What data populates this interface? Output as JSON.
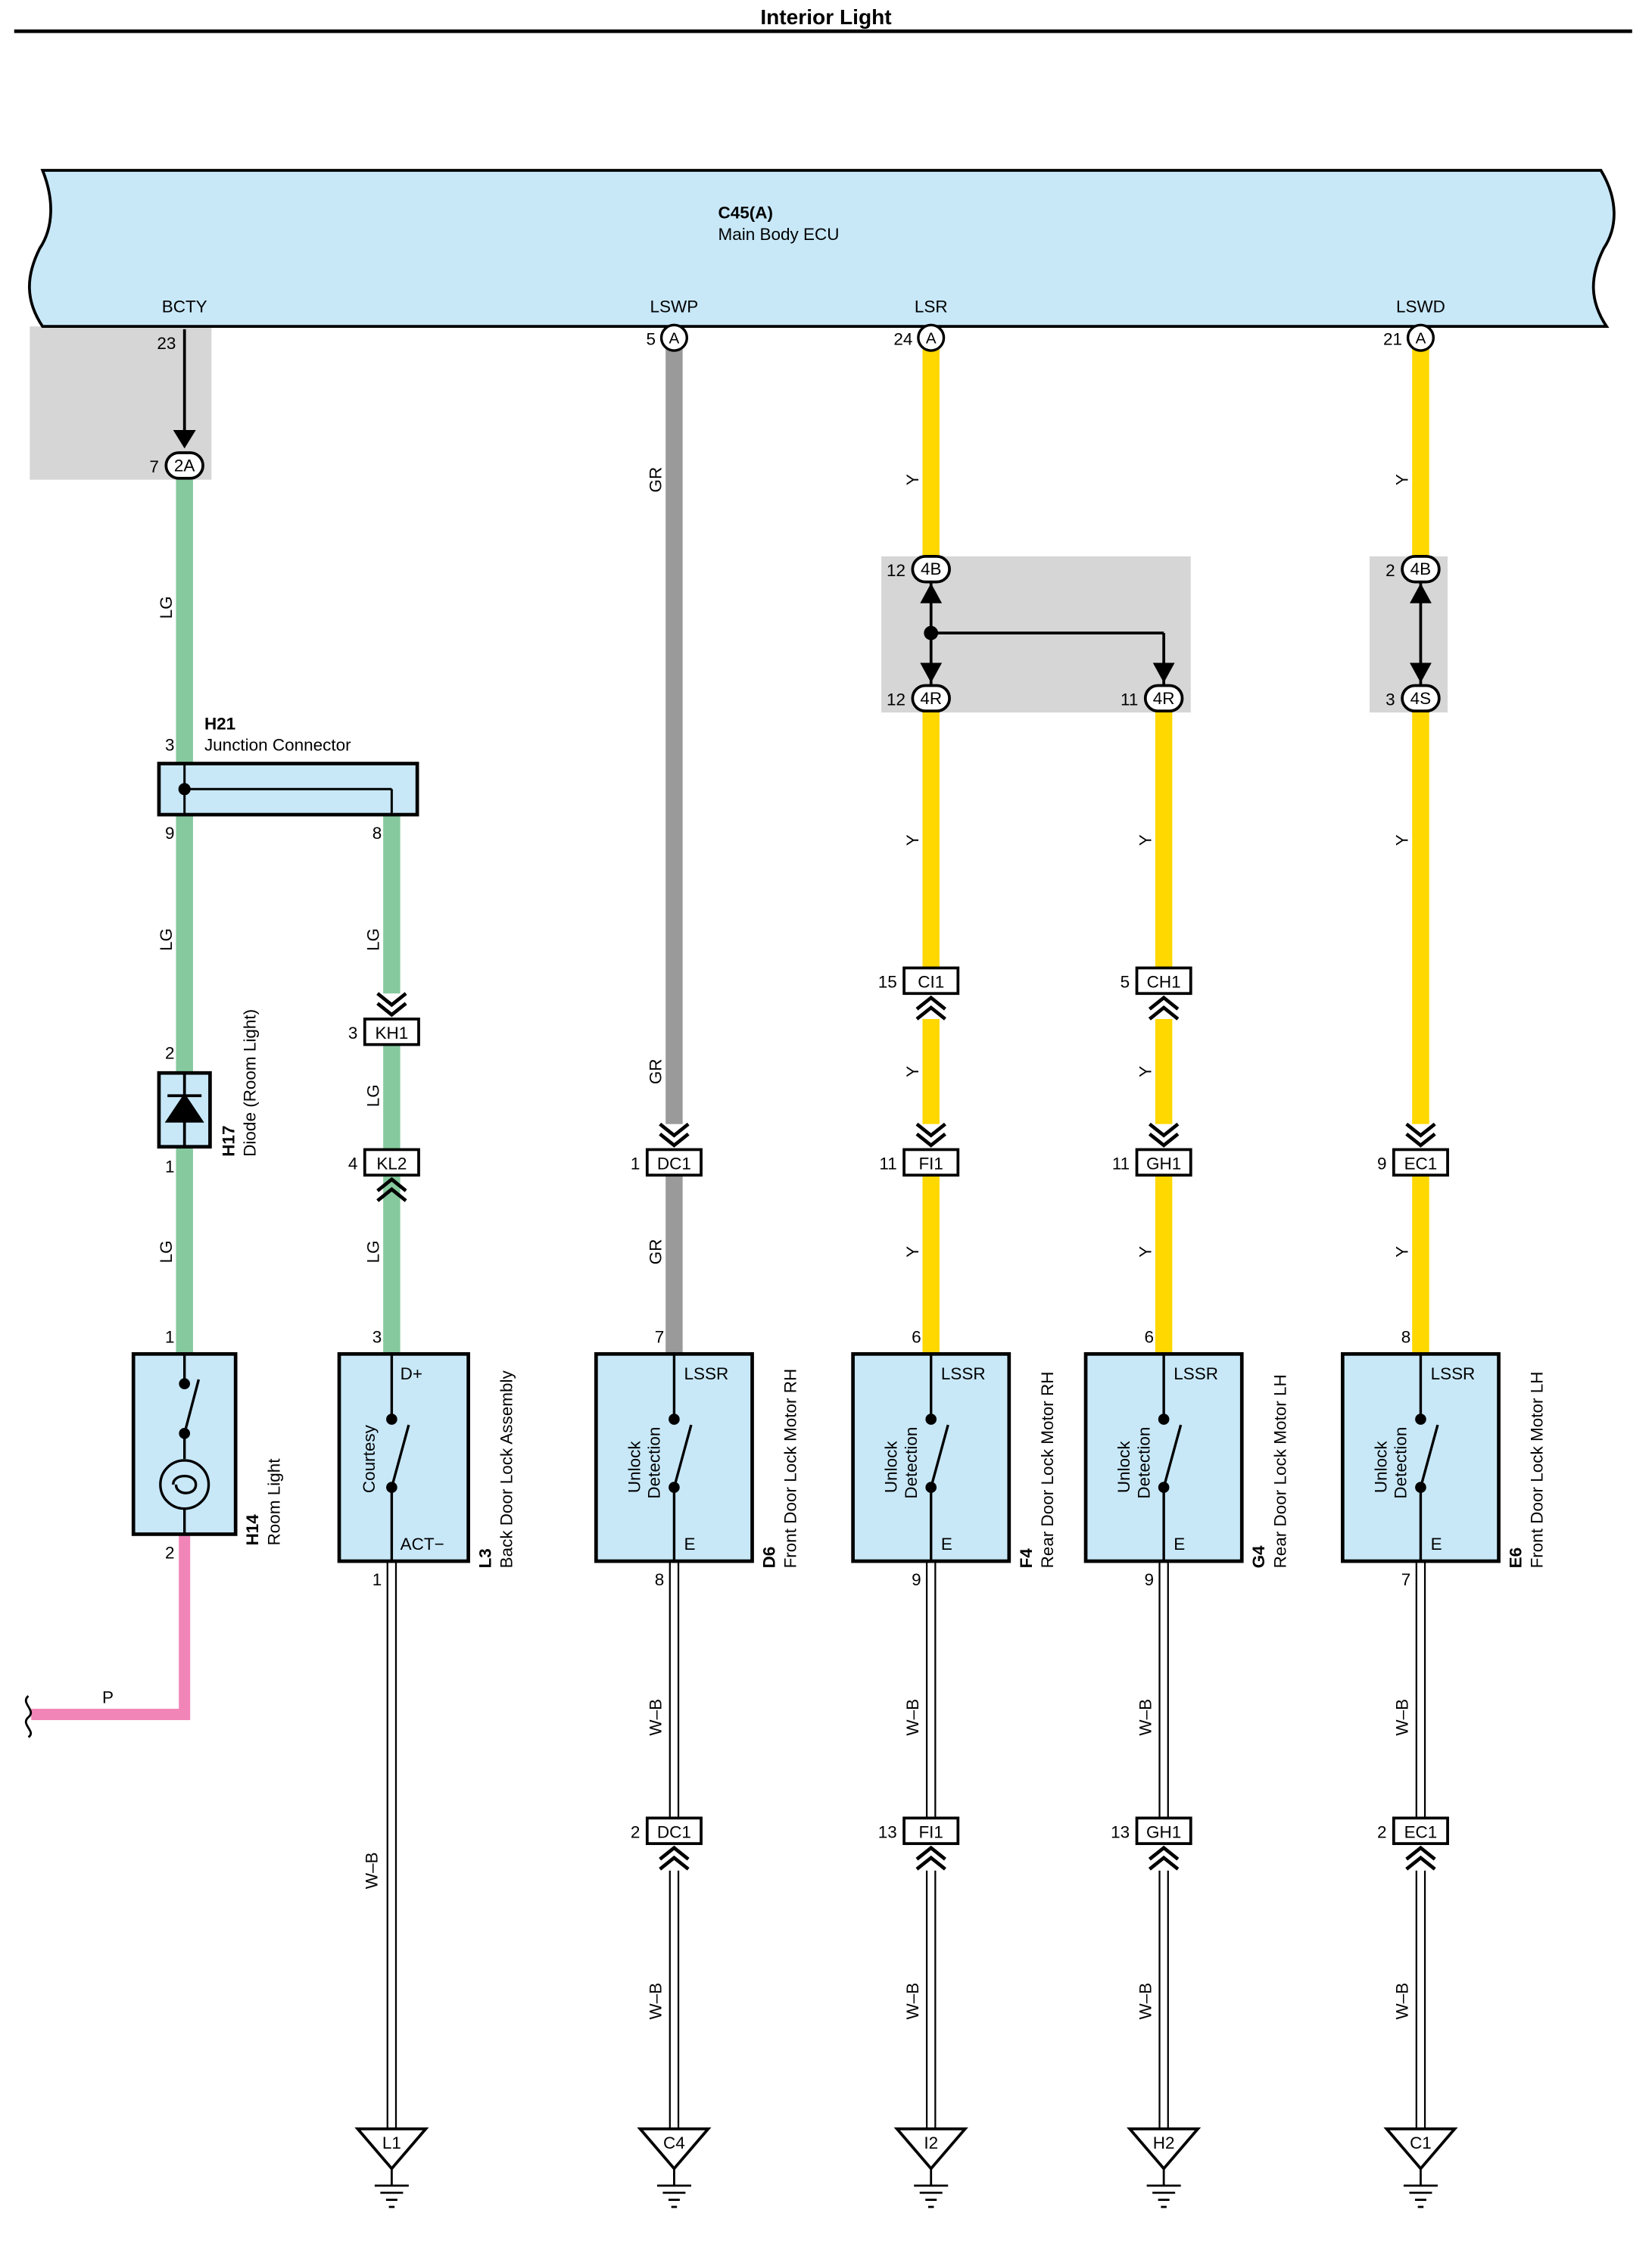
{
  "title": "Interior Light",
  "colors": {
    "ecu_fill": "#c8e8f8",
    "gray_box": "#d6d6d6",
    "wire_LG": "#86c99e",
    "wire_GR": "#9a9a9a",
    "wire_Y": "#ffd800",
    "wire_P": "#f285b8",
    "wire_WB_outline": "#000000"
  },
  "ecu": {
    "code": "C45(A)",
    "name": "Main Body ECU"
  },
  "ecu_pins": [
    {
      "label": "BCTY",
      "pin": "23"
    },
    {
      "label": "LSWP",
      "pin": "5",
      "connector": "A"
    },
    {
      "label": "LSR",
      "pin": "24",
      "connector": "A"
    },
    {
      "label": "LSWD",
      "pin": "21",
      "connector": "A"
    }
  ],
  "inline_connectors": {
    "c2A": {
      "pin": "7",
      "code": "2A"
    },
    "c4B_a": {
      "pin": "12",
      "code": "4B"
    },
    "c4R_a": {
      "pin": "12",
      "code": "4R"
    },
    "c4R_b": {
      "pin": "11",
      "code": "4R"
    },
    "c4B_b": {
      "pin": "2",
      "code": "4B"
    },
    "c4S": {
      "pin": "3",
      "code": "4S"
    },
    "KH1": {
      "pin": "3",
      "code": "KH1"
    },
    "KL2": {
      "pin": "4",
      "code": "KL2"
    },
    "DC1_top": {
      "pin": "1",
      "code": "DC1"
    },
    "CI1": {
      "pin": "15",
      "code": "CI1"
    },
    "FI1_top": {
      "pin": "11",
      "code": "FI1"
    },
    "CH1": {
      "pin": "5",
      "code": "CH1"
    },
    "GH1_top": {
      "pin": "11",
      "code": "GH1"
    },
    "EC1_top": {
      "pin": "9",
      "code": "EC1"
    },
    "DC1_bot": {
      "pin": "2",
      "code": "DC1"
    },
    "FI1_bot": {
      "pin": "13",
      "code": "FI1"
    },
    "GH1_bot": {
      "pin": "13",
      "code": "GH1"
    },
    "EC1_bot": {
      "pin": "2",
      "code": "EC1"
    }
  },
  "wire_labels": {
    "LG": "LG",
    "GR": "GR",
    "Y": "Y",
    "P": "P",
    "WB": "W–B"
  },
  "junction": {
    "code": "H21",
    "name": "Junction Connector",
    "pin_in": "3",
    "pin_out_left": "9",
    "pin_out_right": "8"
  },
  "diode": {
    "code": "H17",
    "name": "Diode (Room Light)",
    "pin_top": "2",
    "pin_bottom": "1"
  },
  "room_light": {
    "code": "H14",
    "name": "Room Light",
    "pin_top": "1",
    "pin_bottom": "2"
  },
  "components": [
    {
      "code": "L3",
      "name": "Back Door Lock Assembly",
      "switch_label": "Courtesy",
      "top_label": "D+",
      "bottom_label": "ACT−",
      "pin_top": "3",
      "pin_bottom": "1"
    },
    {
      "code": "D6",
      "name": "Front Door Lock Motor RH",
      "switch_label_1": "Unlock",
      "switch_label_2": "Detection",
      "top_label": "LSSR",
      "bottom_label": "E",
      "pin_top": "7",
      "pin_bottom": "8"
    },
    {
      "code": "F4",
      "name": "Rear Door Lock Motor RH",
      "switch_label_1": "Unlock",
      "switch_label_2": "Detection",
      "top_label": "LSSR",
      "bottom_label": "E",
      "pin_top": "6",
      "pin_bottom": "9"
    },
    {
      "code": "G4",
      "name": "Rear Door Lock Motor LH",
      "switch_label_1": "Unlock",
      "switch_label_2": "Detection",
      "top_label": "LSSR",
      "bottom_label": "E",
      "pin_top": "6",
      "pin_bottom": "9"
    },
    {
      "code": "E6",
      "name": "Front Door Lock Motor LH",
      "switch_label_1": "Unlock",
      "switch_label_2": "Detection",
      "top_label": "LSSR",
      "bottom_label": "E",
      "pin_top": "8",
      "pin_bottom": "7"
    }
  ],
  "grounds": [
    "L1",
    "C4",
    "I2",
    "H2",
    "C1"
  ]
}
